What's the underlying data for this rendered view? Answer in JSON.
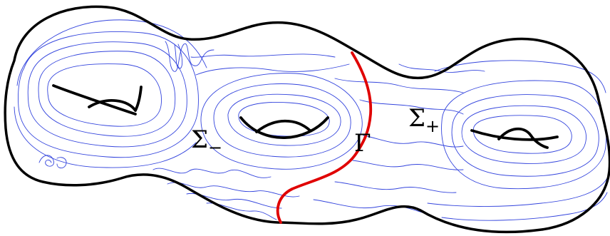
{
  "labels": {
    "sigma_minus_base": "Σ",
    "sigma_minus_sub": "−",
    "sigma_plus_base": "Σ",
    "sigma_plus_sub": "+",
    "gamma": "Γ"
  },
  "colors": {
    "outline": "#000000",
    "contour_lines": "#3344dd",
    "gamma_curve": "#e00000"
  }
}
